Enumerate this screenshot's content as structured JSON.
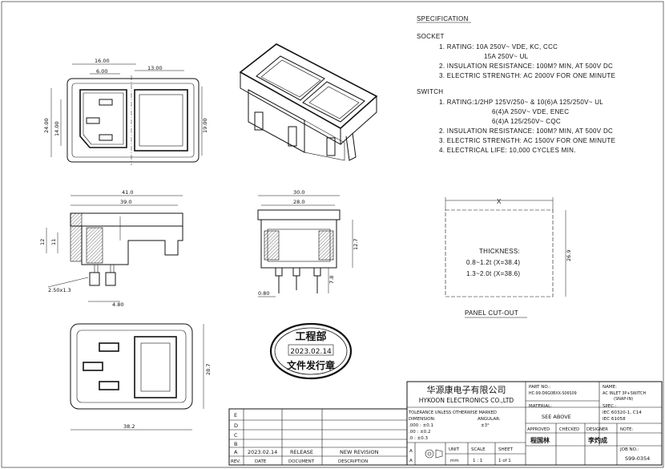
{
  "specification": {
    "title": "SPECIFICATION",
    "socket_heading": "SOCKET",
    "socket_items": [
      "1.  RATING: 10A 250V~ VDE, KC, CCC",
      "15A 250V~  UL",
      "2.  INSULATION RESISTANCE: 100M? MIN, AT 500V DC",
      "3.  ELECTRIC STRENGTH: AC 2000V FOR ONE MINUTE"
    ],
    "switch_heading": "SWITCH",
    "switch_items": [
      "1.  RATING:1/2HP 125V/250~ & 10(6)A 125/250V~ UL",
      "6(4)A 250V~ VDE, ENEC",
      "6(4)A 125/250V~ CQC",
      "2.  INSULATION RESISTANCE: 100M? MIN, AT 500V DC",
      "3.  ELECTRIC STRENGTH: AC 1500V FOR ONE MINUTE",
      "4.  ELECTRICAL LIFE: 10,000 CYCLES MIN."
    ]
  },
  "front_view": {
    "dims": [
      "16.00",
      "6.00",
      "13.00",
      "24.00",
      "14.00",
      "19.00"
    ]
  },
  "side_view": {
    "dims": [
      "41.0",
      "39.0",
      "12",
      "11",
      "2.50x1.3",
      "4.80"
    ]
  },
  "end_view": {
    "dims": [
      "30.0",
      "28.0",
      "12.7",
      "7.8",
      "0.80"
    ]
  },
  "bottom_view": {
    "dims": [
      "38.2",
      "28.7"
    ]
  },
  "panel_cutout": {
    "title": "PANEL CUT-OUT",
    "x_label": "X",
    "height_dim": "26.9",
    "thickness_label": "THICKNESS:",
    "rows": [
      "0.8~1.2t  (X=38.4)",
      "1.3~2.0t  (X=38.6)"
    ]
  },
  "stamp": {
    "top": "工程部",
    "date": "2023.02.14",
    "bottom": "文件发行章"
  },
  "revision_table": {
    "rows": [
      {
        "rev": "E",
        "date": "",
        "doc": "",
        "desc": ""
      },
      {
        "rev": "D",
        "date": "",
        "doc": "",
        "desc": ""
      },
      {
        "rev": "C",
        "date": "",
        "doc": "",
        "desc": ""
      },
      {
        "rev": "B",
        "date": "",
        "doc": "",
        "desc": ""
      },
      {
        "rev": "A",
        "date": "2023.02.14",
        "doc": "RELEASE",
        "desc": "NEW REVISION"
      }
    ],
    "headers": {
      "rev": "REV.",
      "date": "DATE",
      "doc": "DOCUMENT",
      "desc": "DESCRIPTION"
    }
  },
  "title_block": {
    "company_cn": "华源康电子有限公司",
    "company_en": "HYKOON ELECTRONICS CO.,LTD",
    "part_no_label": "PART NO.:",
    "part_no": "HC-99-D6G0BXX-S06S09",
    "name_label": "NAME:",
    "name_line1": "AC INLET 3P+SWITCH",
    "name_line2": "(SNAP-IN)",
    "tolerance_line": "TOLERANCE UNLESS OTHERWISE MARKED",
    "dimension_label": "DIMENSION:",
    "angular_label": "ANGULAR:",
    "tol1": ".000 :  ±0.1",
    "tol2": ".00   :  ±0.2",
    "tol3": ".0    :  ±0.3",
    "angular_value": "±3°",
    "material_label": "MATERIAL:",
    "material_value": "SEE ABOVE",
    "spec_label": "SPEC.:",
    "spec_line1": "IEC 60320-1, C14",
    "spec_line2": "IEC 61058",
    "approved_label": "APPROVED",
    "checked_label": "CHECKED",
    "designer_label": "DESIGNER",
    "note_label": "NOTE:",
    "approved_sign": "程国林",
    "designer_sign": "李灼成",
    "unit_label": "UNIT",
    "unit_value": "mm",
    "scale_label": "SCALE",
    "scale_value": "1 : 1",
    "sheet_label": "SHEET",
    "sheet_value": "1 of 1",
    "job_label": "JOB NO.:",
    "job_value": "S99-0354",
    "a_label": "A"
  }
}
